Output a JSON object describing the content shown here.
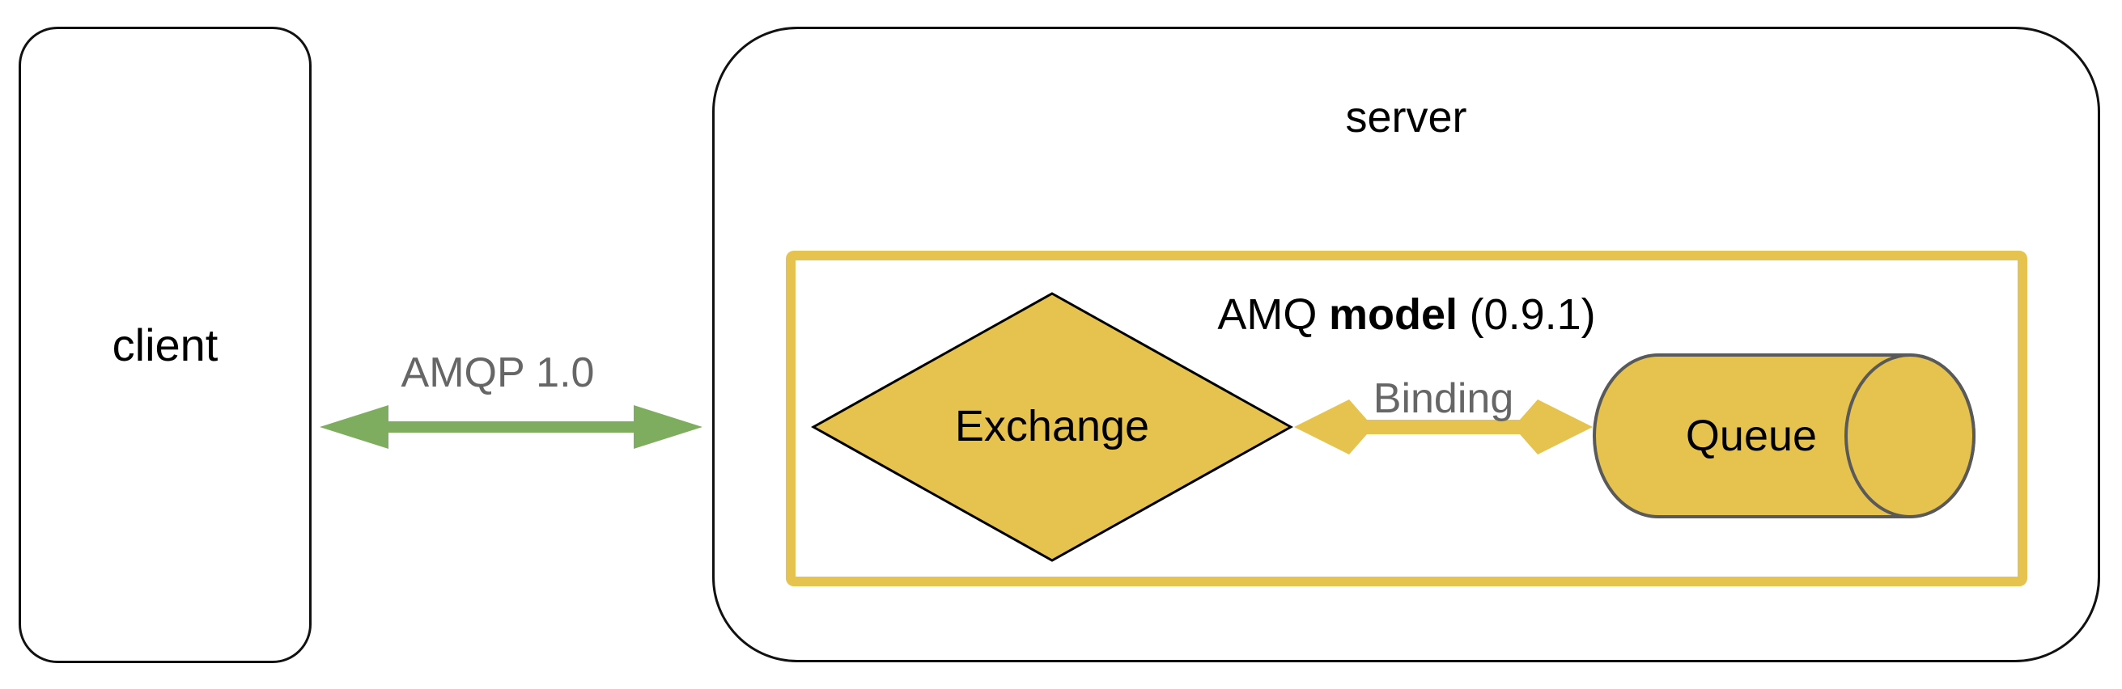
{
  "client": {
    "label": "client"
  },
  "server": {
    "label": "server"
  },
  "connection": {
    "label": "AMQP 1.0"
  },
  "model": {
    "prefix": "AMQ",
    "name": "model",
    "version": "(0.9.1)"
  },
  "exchange": {
    "label": "Exchange"
  },
  "binding": {
    "label": "Binding"
  },
  "queue": {
    "label": "Queue"
  },
  "colors": {
    "yellow": "#E6C24F",
    "green": "#7EAD5F",
    "text_gray": "#666666",
    "cylinder_outline": "#595959",
    "box_outline": "#111111"
  }
}
